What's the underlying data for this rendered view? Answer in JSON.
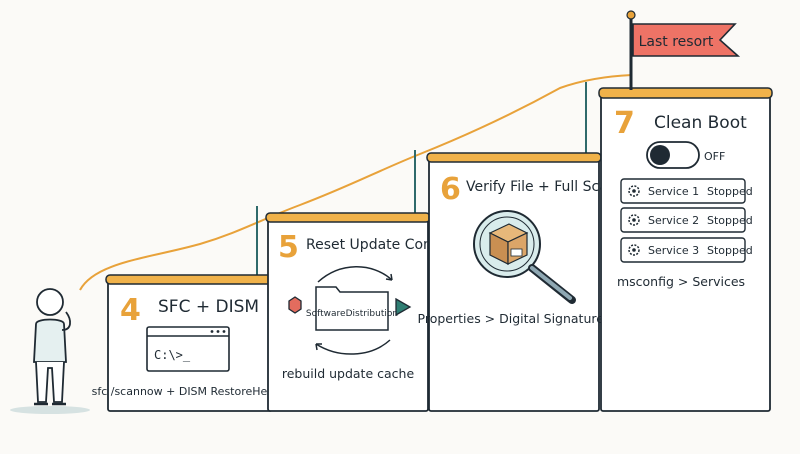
{
  "flag": {
    "label": "Last resort"
  },
  "steps": [
    {
      "number": "4",
      "title": "SFC + DISM",
      "terminal": "C:\\>_",
      "caption": "sfc /scannow + DISM RestoreHealth"
    },
    {
      "number": "5",
      "title": "Reset Update Components",
      "folder": "SoftwareDistribution",
      "caption": "rebuild update cache"
    },
    {
      "number": "6",
      "title": "Verify File + Full Scan",
      "caption": "Properties > Digital Signatures"
    },
    {
      "number": "7",
      "title": "Clean Boot",
      "toggle": "OFF",
      "services": [
        {
          "name": "Service 1",
          "status": "Stopped"
        },
        {
          "name": "Service 2",
          "status": "Stopped"
        },
        {
          "name": "Service 3",
          "status": "Stopped"
        }
      ],
      "caption": "msconfig > Services"
    }
  ],
  "colors": {
    "accent": "#e8a23a",
    "teal": "#2f6a6b",
    "flag": "#ee7366",
    "ink": "#1f2a33"
  }
}
